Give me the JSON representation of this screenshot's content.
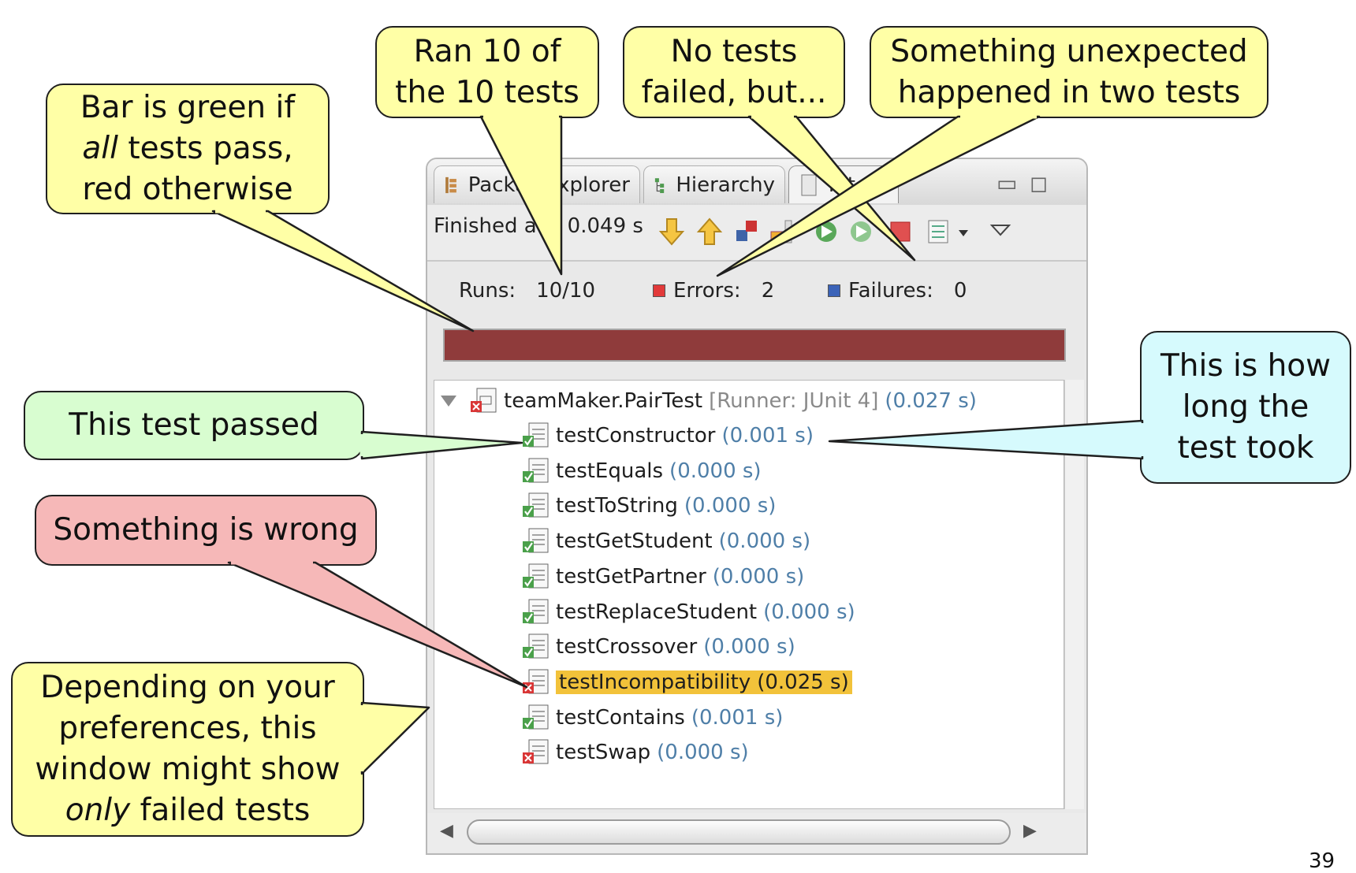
{
  "callouts": {
    "bar_green": {
      "line1": "Bar is green if",
      "line2_em": "all",
      "line2_rest": " tests pass,",
      "line3": "red otherwise"
    },
    "ran": {
      "line1": "Ran 10 of",
      "line2": "the 10 tests"
    },
    "no_tests": {
      "line1": "No tests",
      "line2": "failed, but..."
    },
    "unexpected": {
      "line1": "Something unexpected",
      "line2": "happened in two tests"
    },
    "passed": {
      "line1": "This test passed"
    },
    "wrong": {
      "line1": "Something is wrong"
    },
    "how_long": {
      "line1": "This is how",
      "line2": "long the",
      "line3": "test took"
    },
    "depending": {
      "line1": "Depending on your",
      "line2": "preferences, this",
      "line3": "window might show",
      "line4_em": "only",
      "line4_rest": " failed tests"
    }
  },
  "window": {
    "tabs": [
      {
        "label": "Packa",
        "label2": "Explorer",
        "icon": "package-explorer-icon"
      },
      {
        "label": "Hierarchy",
        "icon": "hierarchy-icon"
      },
      {
        "label": "nit",
        "icon": "junit-icon"
      }
    ],
    "toolbar": {
      "status": "Finished a",
      "status2": "r 0.049 s"
    },
    "stats": {
      "runs_label": "Runs:",
      "runs_value": "10/10",
      "errors_label": "Errors:",
      "errors_value": "2",
      "failures_label": "Failures:",
      "failures_value": "0"
    },
    "progress": {
      "fraction": 1.0,
      "color": "#8f3b3b"
    },
    "suite": {
      "name": "teamMaker.PairTest",
      "runner": "[Runner: JUnit 4]",
      "time": "(0.027 s)",
      "status": "error"
    },
    "tests": [
      {
        "name": "testConstructor",
        "time": "(0.001 s)",
        "status": "pass"
      },
      {
        "name": "testEquals",
        "time": "(0.000 s)",
        "status": "pass"
      },
      {
        "name": "testToString",
        "time": "(0.000 s)",
        "status": "pass"
      },
      {
        "name": "testGetStudent",
        "time": "(0.000 s)",
        "status": "pass"
      },
      {
        "name": "testGetPartner",
        "time": "(0.000 s)",
        "status": "pass"
      },
      {
        "name": "testReplaceStudent",
        "time": "(0.000 s)",
        "status": "pass"
      },
      {
        "name": "testCrossover",
        "time": "(0.000 s)",
        "status": "pass"
      },
      {
        "name": "testIncompatibility",
        "time": "(0.025 s)",
        "status": "error",
        "selected": true
      },
      {
        "name": "testContains",
        "time": "(0.001 s)",
        "status": "pass"
      },
      {
        "name": "testSwap",
        "time": "(0.000 s)",
        "status": "error"
      }
    ]
  },
  "page_number": "39",
  "colors": {
    "callout_yellow": "#ffffa6",
    "callout_green": "#d8fdd0",
    "callout_pink": "#f6b8b8",
    "callout_cyan": "#d6fafd",
    "error_bar": "#8f3b3b",
    "selection": "#f2c23a",
    "time_text": "#4f7fa8"
  }
}
